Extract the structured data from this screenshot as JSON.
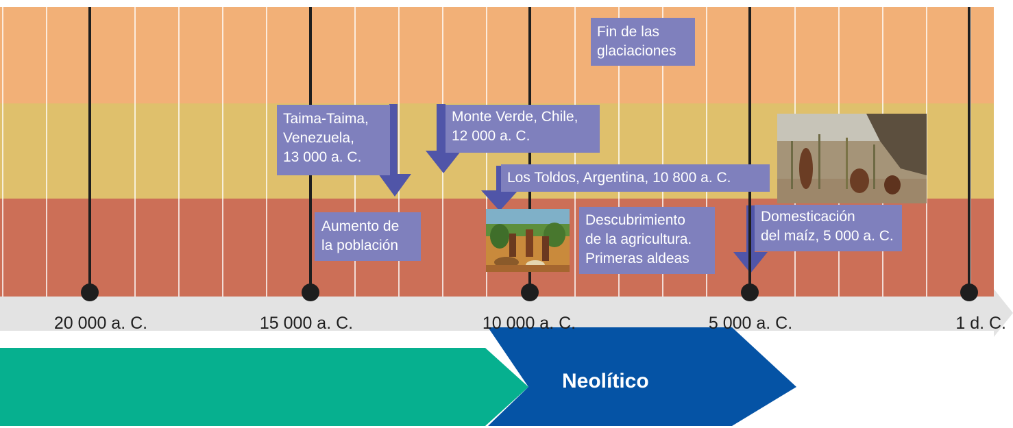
{
  "timeline": {
    "axis_labels": [
      "20 000 a. C.",
      "15 000 a. C.",
      "10 000 a. C.",
      "5 000 a. C.",
      "1 d. C."
    ]
  },
  "events": {
    "glaciaciones": "Fin de las\nglaciaciones",
    "taima": "Taima-Taima,\nVenezuela,\n13 000 a. C.",
    "monte_verde": "Monte Verde, Chile,\n12 000 a. C.",
    "los_toldos": "Los Toldos, Argentina, 10 800 a. C.",
    "poblacion": "Aumento de\nla población",
    "agricultura": "Descubrimiento\nde la agricultura.\nPrimeras aldeas",
    "maiz": "Domesticación\ndel maíz, 5 000 a. C."
  },
  "periods": {
    "neolitico": "Neolítico"
  },
  "colors": {
    "band_top": "#f2b077",
    "band_mid": "#dfc06c",
    "band_bottom": "#cc6f57",
    "label_box": "#7f80bd",
    "paleolithic_green": "#06b08f",
    "neolithic_blue": "#0553a5"
  }
}
